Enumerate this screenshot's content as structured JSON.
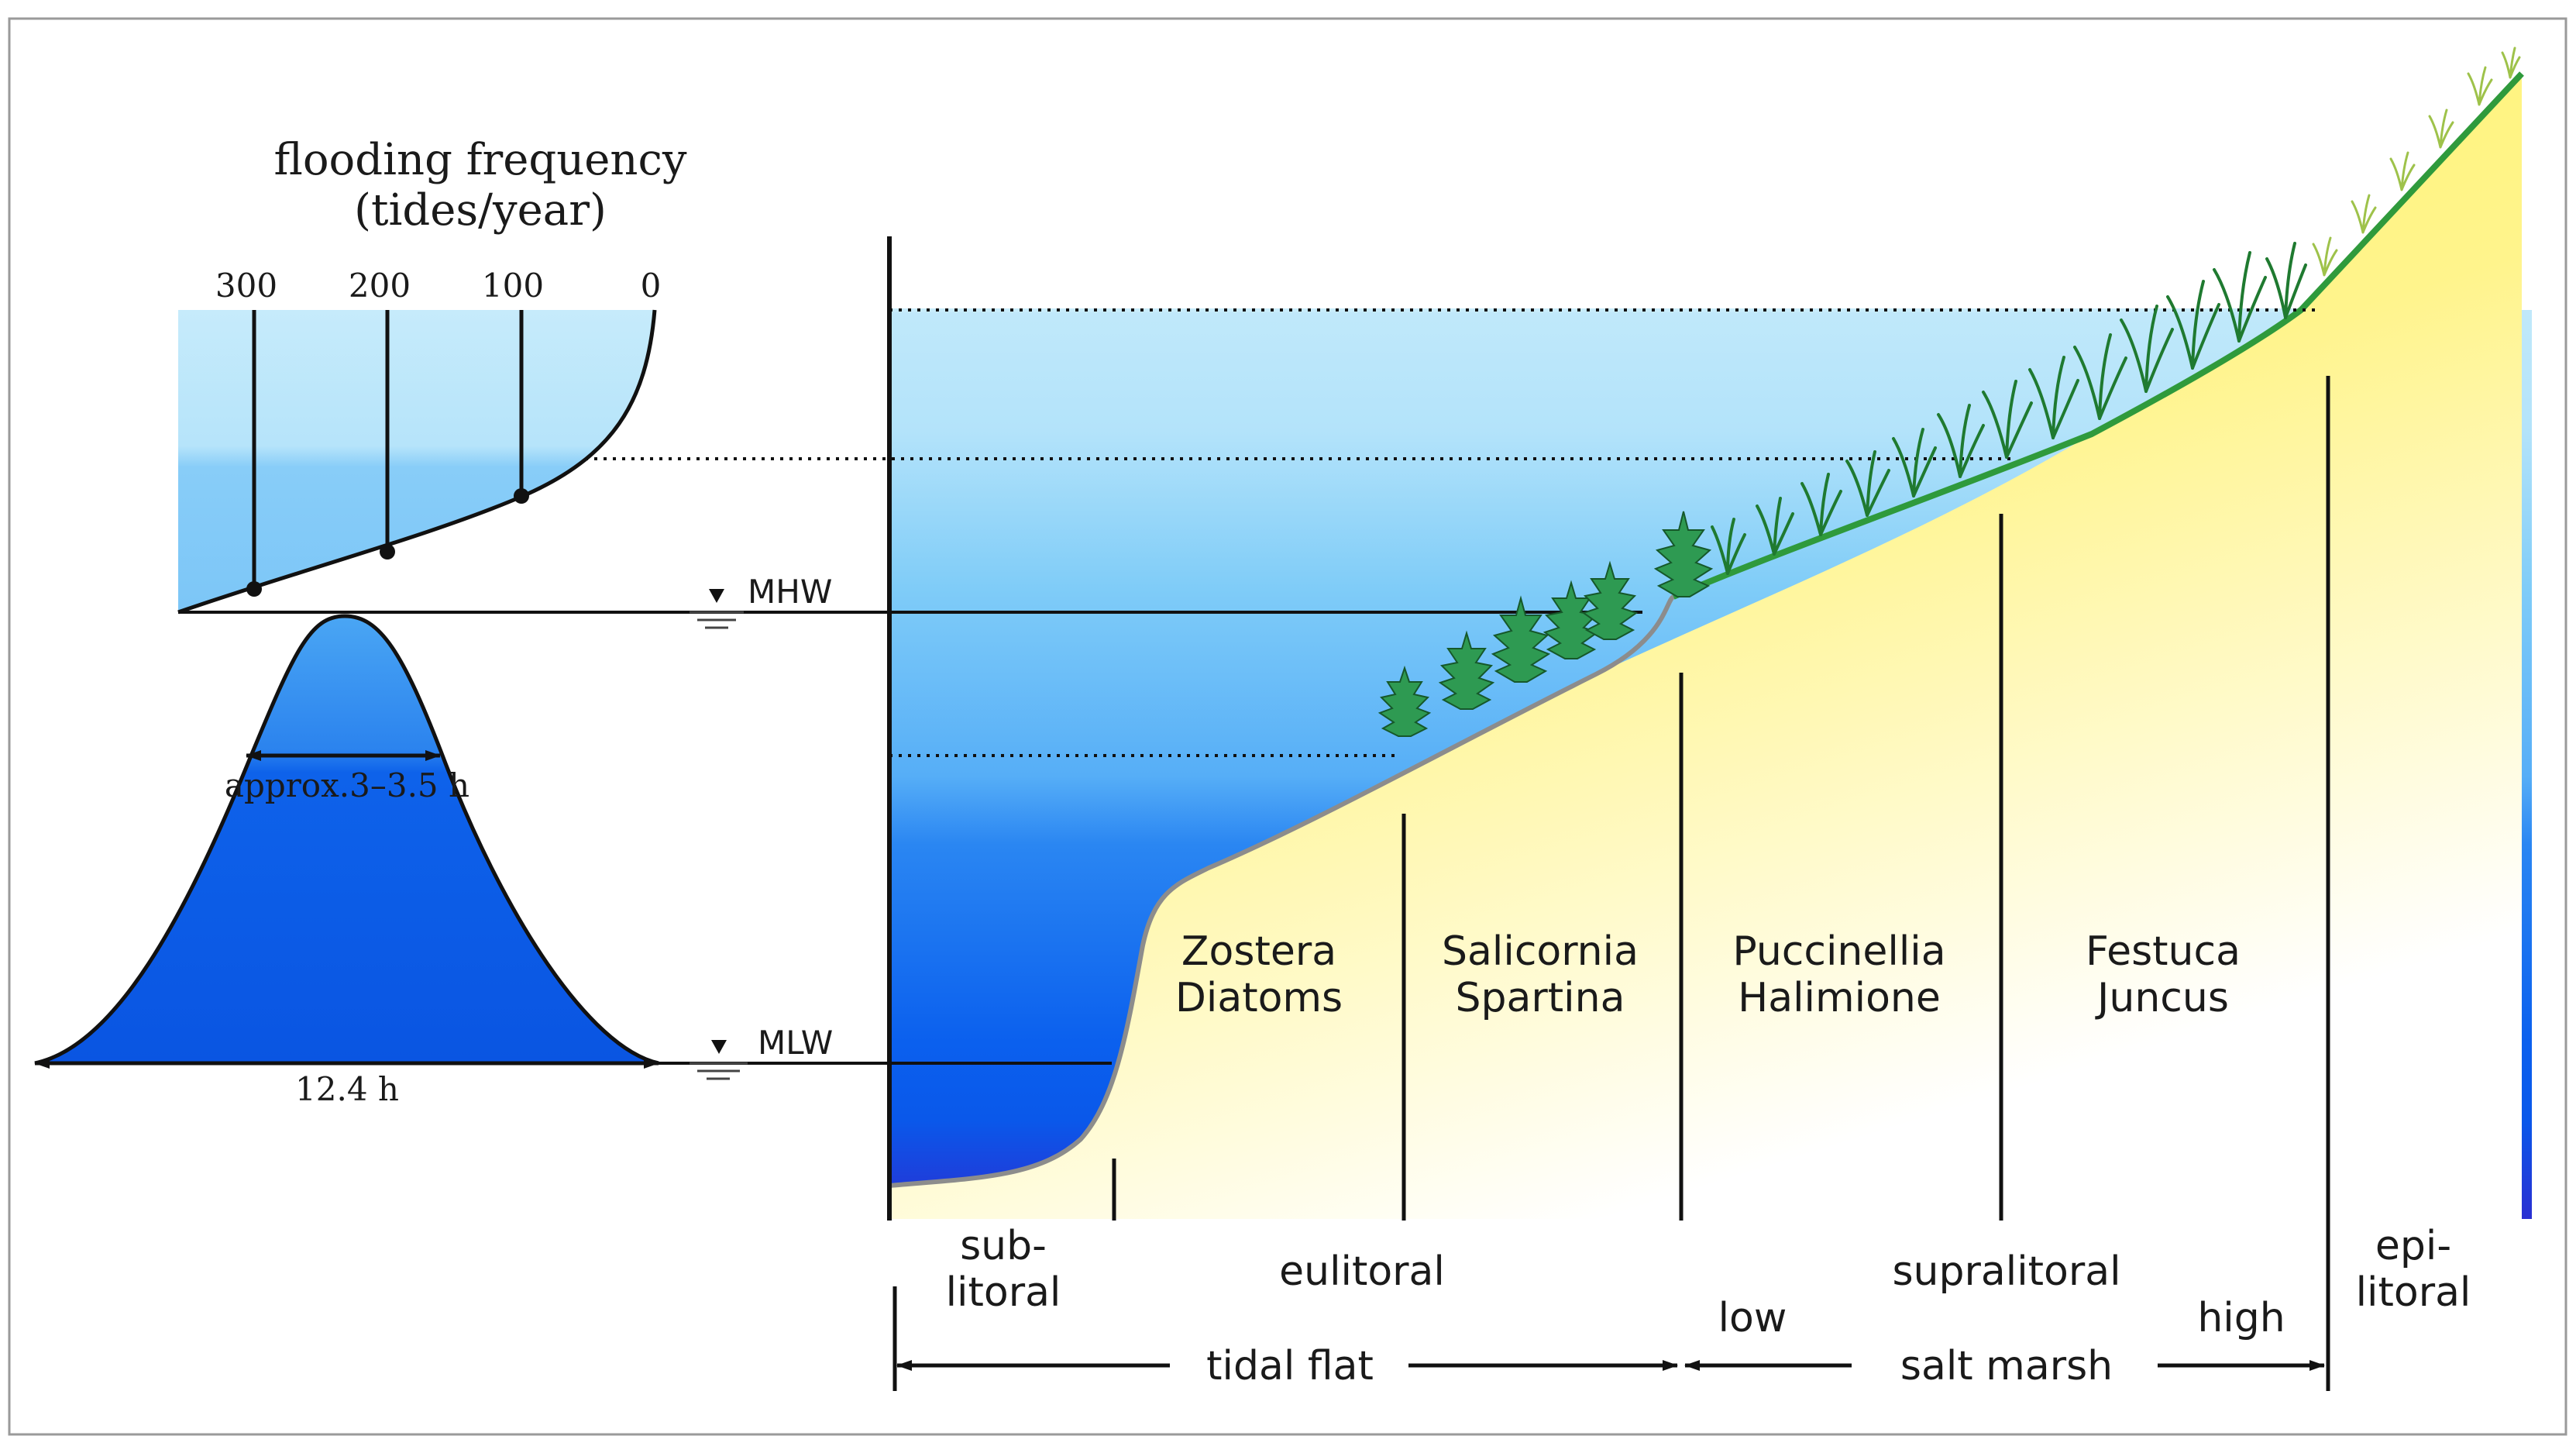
{
  "flooding": {
    "title_line1": "flooding frequency",
    "title_line2": "(tides/year)",
    "ticks": [
      "300",
      "200",
      "100",
      "0"
    ]
  },
  "tide_curve": {
    "duration_label": "approx.3–3.5 h",
    "period_label": "12.4 h"
  },
  "levels": {
    "mhw": "MHW",
    "mlw": "MLW"
  },
  "zones": {
    "zostera": [
      "Zostera",
      "Diatoms"
    ],
    "salicornia": [
      "Salicornia",
      "Spartina"
    ],
    "puccinellia": [
      "Puccinellia",
      "Halimione"
    ],
    "festuca": [
      "Festuca",
      "Juncus"
    ]
  },
  "bottom": {
    "sublitoral": [
      "sub-",
      "litoral"
    ],
    "eulitoral": "eulitoral",
    "supralitoral": "supralitoral",
    "epilitoral": [
      "epi-",
      "litoral"
    ],
    "low": "low",
    "high": "high",
    "tidal_flat": "tidal flat",
    "salt_marsh": "salt marsh"
  },
  "colors": {
    "water_light": "#bfe8fa",
    "water_mid": "#7ccbf7",
    "water_deep": "#0a5ff0",
    "water_darkest": "#1a32d8",
    "sand": "#fff27a",
    "vegetation": "#2f9a3c"
  }
}
